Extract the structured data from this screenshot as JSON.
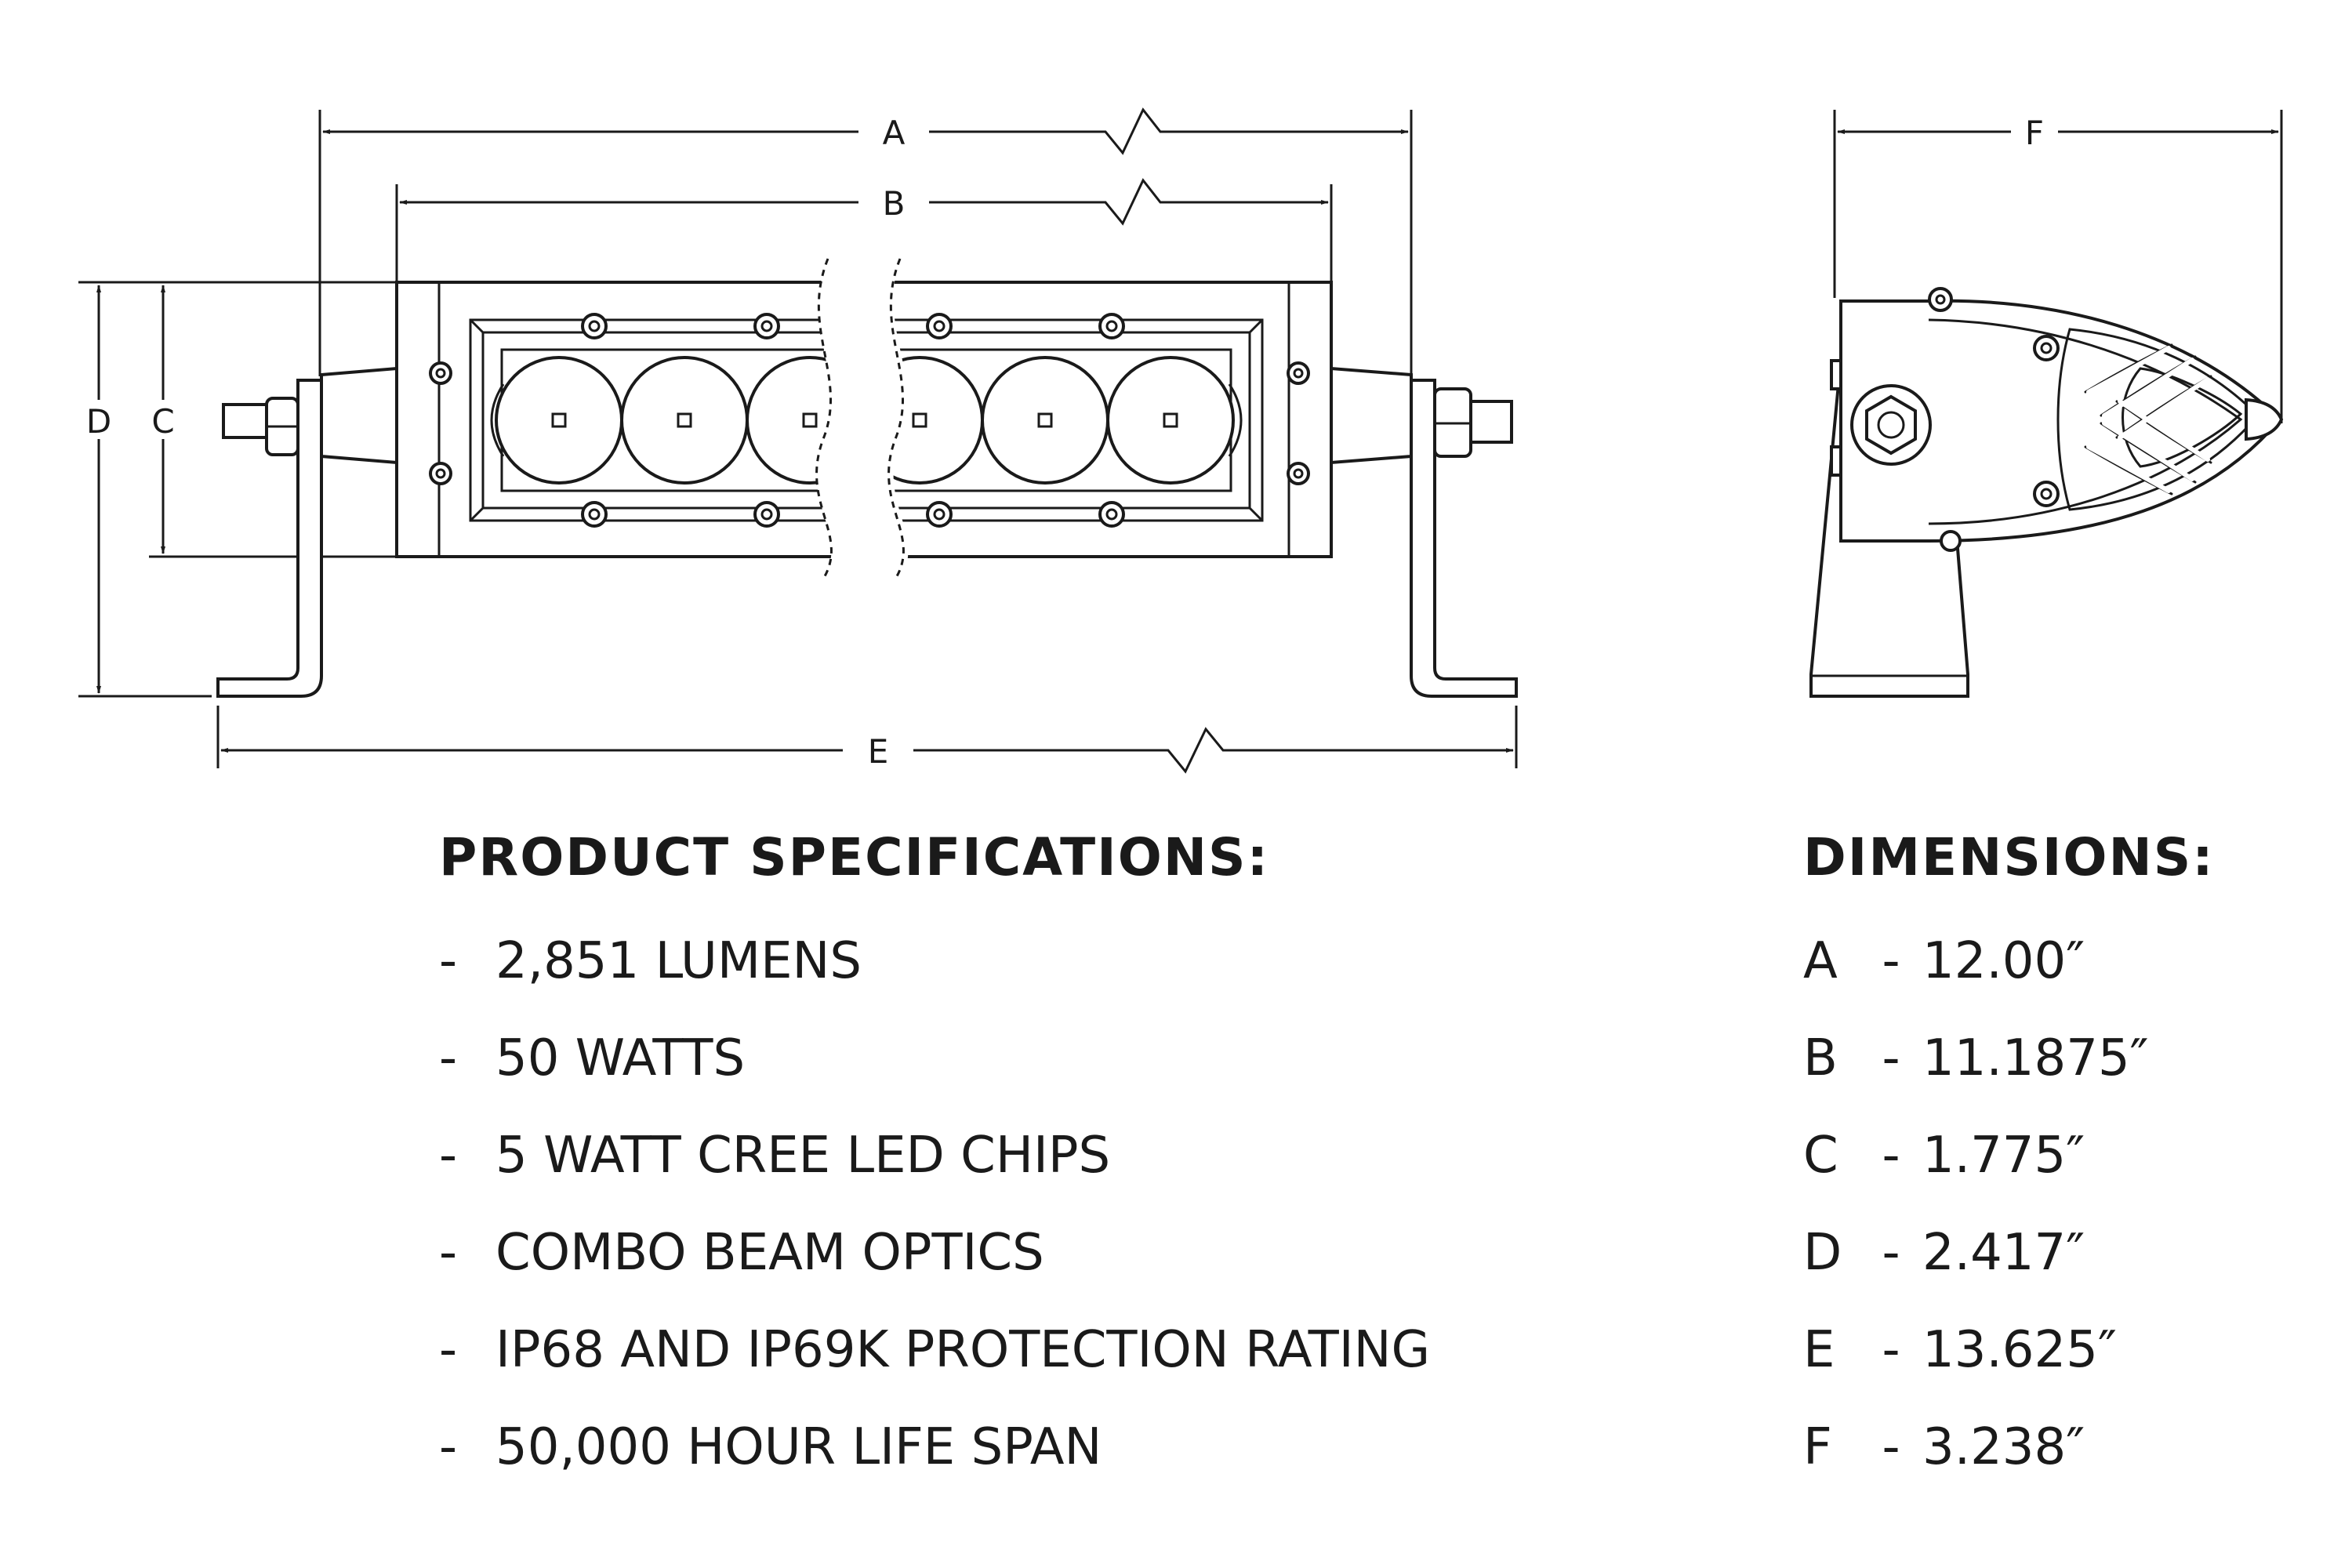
{
  "drawing": {
    "labels": {
      "a": "A",
      "b": "B",
      "c": "C",
      "d": "D",
      "e": "E",
      "f": "F"
    }
  },
  "specifications": {
    "heading": "PRODUCT  SPECIFICATIONS:",
    "dash": "-",
    "items": [
      "2,851 LUMENS",
      "50 WATTS",
      "5 WATT CREE LED CHIPS",
      "COMBO BEAM OPTICS",
      "IP68 AND IP69K PROTECTION RATING",
      "50,000 HOUR LIFE SPAN"
    ]
  },
  "dimensions": {
    "heading": "DIMENSIONS:",
    "separator": "-",
    "items": [
      {
        "label": "A",
        "value": "12.00″"
      },
      {
        "label": "B",
        "value": "11.1875″"
      },
      {
        "label": "C",
        "value": "1.775″"
      },
      {
        "label": "D",
        "value": "2.417″"
      },
      {
        "label": "E",
        "value": "13.625″"
      },
      {
        "label": "F",
        "value": "3.238″"
      }
    ]
  }
}
